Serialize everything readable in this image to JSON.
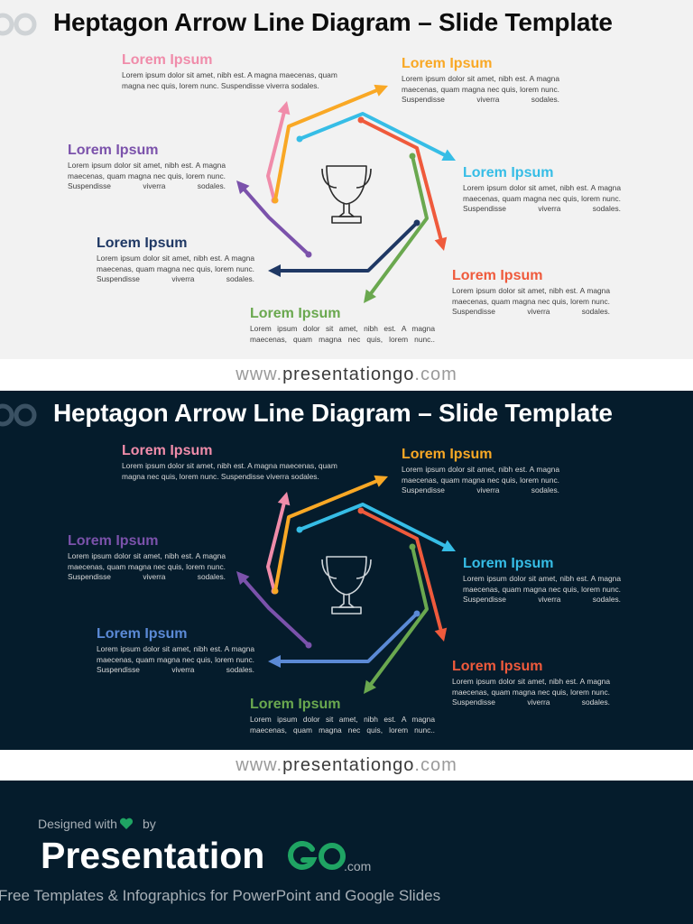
{
  "slide_title": "Heptagon Arrow Line Diagram – Slide Template",
  "items": [
    {
      "heading": "Lorem Ipsum",
      "text": "Lorem ipsum dolor sit amet, nibh est. A magna maecenas, quam magna nec quis, lorem nunc. Suspendisse viverra sodales.",
      "color": "#f08caa",
      "dark_color": "#f08caa"
    },
    {
      "heading": "Lorem Ipsum",
      "text": "Lorem ipsum dolor sit amet, nibh est. A magna maecenas, quam magna nec quis, lorem nunc. Suspendisse viverra sodales.",
      "color": "#f9a825",
      "dark_color": "#f9a825"
    },
    {
      "heading": "Lorem Ipsum",
      "text": "Lorem ipsum dolor sit amet, nibh est. A magna maecenas, quam magna nec quis, lorem nunc. Suspendisse viverra sodales.",
      "color": "#36bde6",
      "dark_color": "#36bde6"
    },
    {
      "heading": "Lorem Ipsum",
      "text": "Lorem ipsum dolor sit amet, nibh est. A magna maecenas, quam magna nec quis, lorem nunc. Suspendisse viverra sodales.",
      "color": "#ef5a3c",
      "dark_color": "#ef5a3c"
    },
    {
      "heading": "Lorem Ipsum",
      "text": "Lorem ipsum dolor sit amet, nibh est. A magna maecenas, quam magna nec quis, lorem nunc..",
      "color": "#6aa84f",
      "dark_color": "#6aa84f"
    },
    {
      "heading": "Lorem Ipsum",
      "text": "Lorem ipsum dolor sit amet, nibh est. A magna maecenas, quam magna nec quis, lorem nunc. Suspendisse viverra sodales.",
      "color": "#1f3864",
      "dark_color": "#5b8ad6"
    },
    {
      "heading": "Lorem Ipsum",
      "text": "Lorem ipsum dolor sit amet, nibh est. A magna maecenas, quam magna nec quis, lorem nunc. Suspendisse viverra sodales.",
      "color": "#7b52ab",
      "dark_color": "#7b52ab"
    }
  ],
  "center_icon": "trophy-icon",
  "website": {
    "prefix": "www.",
    "brand": "presentationgo",
    "suffix": ".com"
  },
  "footer": {
    "designed_with": "Designed with",
    "by": "by",
    "wordmark": "Presentation",
    "wordmark_go": "GO",
    "dotcom": ".com",
    "tagline": "Free Templates & Infographics for PowerPoint and Google Slides"
  },
  "colors": {
    "light_bg": "#f2f2f2",
    "dark_bg": "#051c2c",
    "brand_green": "#1fa463"
  }
}
